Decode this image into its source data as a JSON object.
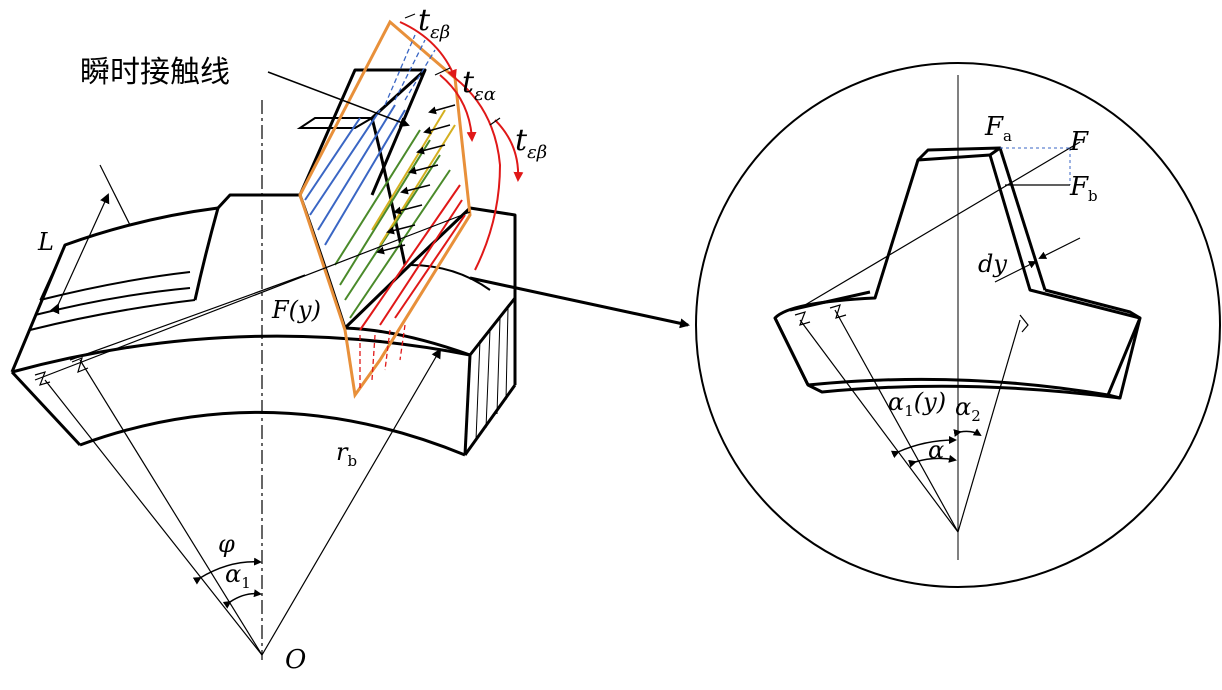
{
  "labels": {
    "instant_contact_line": "瞬时接触线",
    "t_eps_beta_top": {
      "base": "t",
      "sub": "εβ"
    },
    "t_eps_alpha": {
      "base": "t",
      "sub": "εα"
    },
    "t_eps_beta_right": {
      "base": "t",
      "sub": "εβ"
    },
    "L": "L",
    "F_y": "F(y)",
    "r_b": {
      "base": "r",
      "sub": "b"
    },
    "phi": "φ",
    "alpha_1_left": {
      "base": "α",
      "sub": "1"
    },
    "O": "O",
    "F_a": {
      "base": "F",
      "sub": "a"
    },
    "F": "F",
    "F_b": {
      "base": "F",
      "sub": "b"
    },
    "dy": "dy",
    "alpha_1_y": {
      "base": "α",
      "sub": "1",
      "tail": "(y)"
    },
    "alpha_2": {
      "base": "α",
      "sub": "2"
    },
    "alpha": "α"
  },
  "colors": {
    "orange": "#e8903a",
    "blue": "#3a66c4",
    "green": "#4a8a2a",
    "yellow": "#d4b020",
    "red": "#e01818"
  }
}
